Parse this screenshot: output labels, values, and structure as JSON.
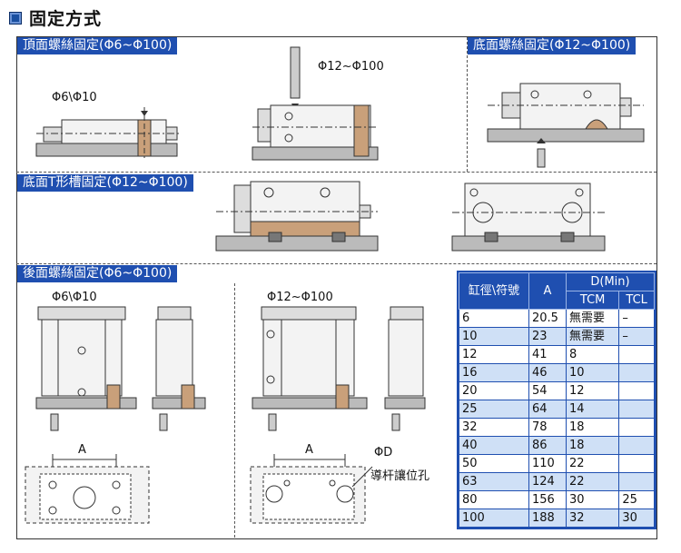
{
  "title": "固定方式",
  "sections": {
    "top_mount": {
      "badge": "頂面螺絲固定(Φ6~Φ100)",
      "left_label": "Φ6\\Φ10",
      "right_label": "Φ12~Φ100"
    },
    "bottom_mount": {
      "badge": "底面螺絲固定(Φ12~Φ100)"
    },
    "t_slot": {
      "badge": "底面T形槽固定(Φ12~Φ100)"
    },
    "rear_mount": {
      "badge": "後面螺絲固定(Φ6~Φ100)",
      "left_label": "Φ6\\Φ10",
      "right_label": "Φ12~Φ100",
      "dim_a_left": "A",
      "dim_a_right": "A",
      "dim_d": "ΦD",
      "note": "導杆讓位孔"
    }
  },
  "table": {
    "headers": {
      "bore": "缸徑\\符號",
      "a": "A",
      "d": "D(Min)",
      "tcm": "TCM",
      "tcl": "TCL"
    },
    "rows": [
      {
        "bore": "6",
        "a": "20.5",
        "tcm": "無需要",
        "tcl": "–"
      },
      {
        "bore": "10",
        "a": "23",
        "tcm": "無需要",
        "tcl": "–"
      },
      {
        "bore": "12",
        "a": "41",
        "tcm": "8",
        "tcl": ""
      },
      {
        "bore": "16",
        "a": "46",
        "tcm": "10",
        "tcl": ""
      },
      {
        "bore": "20",
        "a": "54",
        "tcm": "12",
        "tcl": ""
      },
      {
        "bore": "25",
        "a": "64",
        "tcm": "14",
        "tcl": ""
      },
      {
        "bore": "32",
        "a": "78",
        "tcm": "18",
        "tcl": ""
      },
      {
        "bore": "40",
        "a": "86",
        "tcm": "18",
        "tcl": ""
      },
      {
        "bore": "50",
        "a": "110",
        "tcm": "22",
        "tcl": ""
      },
      {
        "bore": "63",
        "a": "124",
        "tcm": "22",
        "tcl": ""
      },
      {
        "bore": "80",
        "a": "156",
        "tcm": "30",
        "tcl": "25"
      },
      {
        "bore": "100",
        "a": "188",
        "tcm": "32",
        "tcl": "30"
      }
    ]
  }
}
